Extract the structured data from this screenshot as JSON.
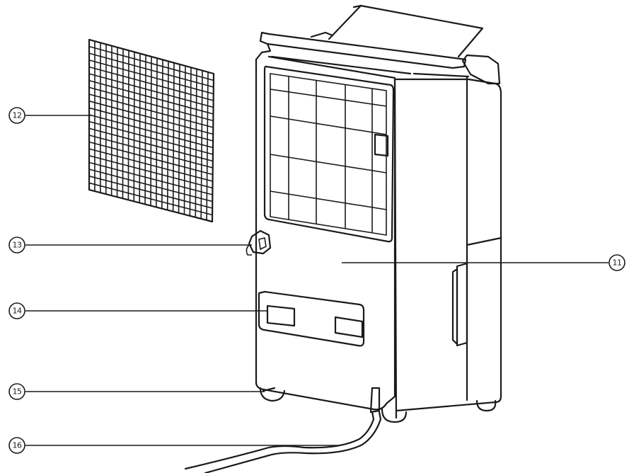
{
  "callouts": {
    "c11": "11",
    "c12": "12",
    "c13": "13",
    "c14": "14",
    "c15": "15",
    "c16": "16"
  }
}
